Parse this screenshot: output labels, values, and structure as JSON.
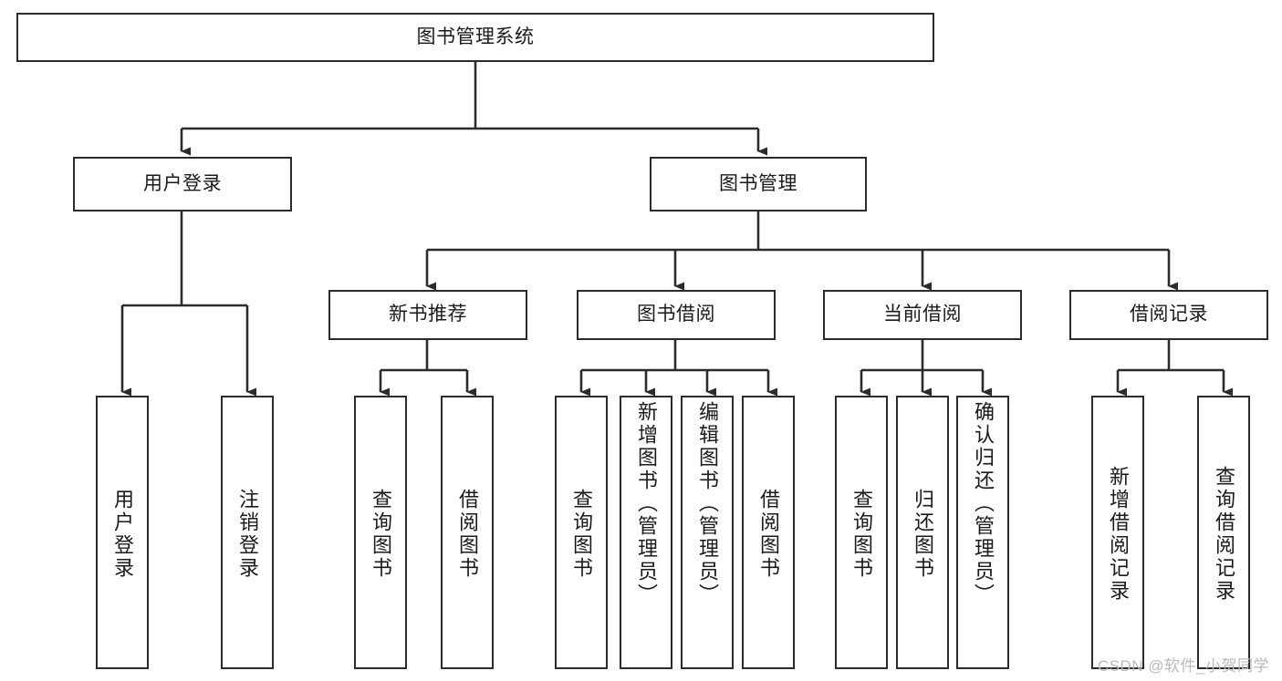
{
  "diagram": {
    "title": "图书管理系统",
    "type": "tree",
    "colors": {
      "stroke": "#2b2b2b",
      "fill": "#ffffff",
      "text": "#1a1a1a",
      "watermark": "#b9b9b9"
    },
    "nodes": {
      "root": {
        "label": "图书管理系统",
        "level": 0,
        "orientation": "horizontal"
      },
      "user_login": {
        "label": "用户登录",
        "level": 1,
        "orientation": "horizontal"
      },
      "book_manage": {
        "label": "图书管理",
        "level": 1,
        "orientation": "horizontal"
      },
      "new_book_rec": {
        "label": "新书推荐",
        "level": 2,
        "orientation": "horizontal"
      },
      "book_borrow": {
        "label": "图书借阅",
        "level": 2,
        "orientation": "horizontal"
      },
      "current_borrow": {
        "label": "当前借阅",
        "level": 2,
        "orientation": "horizontal"
      },
      "borrow_record": {
        "label": "借阅记录",
        "level": 2,
        "orientation": "horizontal"
      },
      "leaf_user_login": {
        "label": "用户登录",
        "level": 3,
        "orientation": "vertical"
      },
      "leaf_logout": {
        "label": "注销登录",
        "level": 3,
        "orientation": "vertical"
      },
      "leaf_rec_query": {
        "label": "查询图书",
        "level": 3,
        "orientation": "vertical"
      },
      "leaf_rec_borrow": {
        "label": "借阅图书",
        "level": 3,
        "orientation": "vertical"
      },
      "leaf_borrow_query": {
        "label": "查询图书",
        "level": 3,
        "orientation": "vertical"
      },
      "leaf_add_book": {
        "label": "新增图书（管理员）",
        "level": 3,
        "orientation": "vertical"
      },
      "leaf_edit_book": {
        "label": "编辑图书（管理员）",
        "level": 3,
        "orientation": "vertical"
      },
      "leaf_borrow_book": {
        "label": "借阅图书",
        "level": 3,
        "orientation": "vertical"
      },
      "leaf_cur_query": {
        "label": "查询图书",
        "level": 3,
        "orientation": "vertical"
      },
      "leaf_return_book": {
        "label": "归还图书",
        "level": 3,
        "orientation": "vertical"
      },
      "leaf_confirm_return": {
        "label": "确认归还（管理员）",
        "level": 3,
        "orientation": "vertical"
      },
      "leaf_add_record": {
        "label": "新增借阅记录",
        "level": 3,
        "orientation": "vertical"
      },
      "leaf_query_record": {
        "label": "查询借阅记录",
        "level": 3,
        "orientation": "vertical"
      }
    },
    "edges": [
      {
        "from": "root",
        "to": "user_login"
      },
      {
        "from": "root",
        "to": "book_manage"
      },
      {
        "from": "user_login",
        "to": "leaf_user_login"
      },
      {
        "from": "user_login",
        "to": "leaf_logout"
      },
      {
        "from": "book_manage",
        "to": "new_book_rec"
      },
      {
        "from": "book_manage",
        "to": "book_borrow"
      },
      {
        "from": "book_manage",
        "to": "current_borrow"
      },
      {
        "from": "book_manage",
        "to": "borrow_record"
      },
      {
        "from": "new_book_rec",
        "to": "leaf_rec_query"
      },
      {
        "from": "new_book_rec",
        "to": "leaf_rec_borrow"
      },
      {
        "from": "book_borrow",
        "to": "leaf_borrow_query"
      },
      {
        "from": "book_borrow",
        "to": "leaf_add_book"
      },
      {
        "from": "book_borrow",
        "to": "leaf_edit_book"
      },
      {
        "from": "book_borrow",
        "to": "leaf_borrow_book"
      },
      {
        "from": "current_borrow",
        "to": "leaf_cur_query"
      },
      {
        "from": "current_borrow",
        "to": "leaf_return_book"
      },
      {
        "from": "current_borrow",
        "to": "leaf_confirm_return"
      },
      {
        "from": "borrow_record",
        "to": "leaf_add_record"
      },
      {
        "from": "borrow_record",
        "to": "leaf_query_record"
      }
    ]
  },
  "watermark": {
    "text": "CSDN @软件_小贺同学"
  }
}
